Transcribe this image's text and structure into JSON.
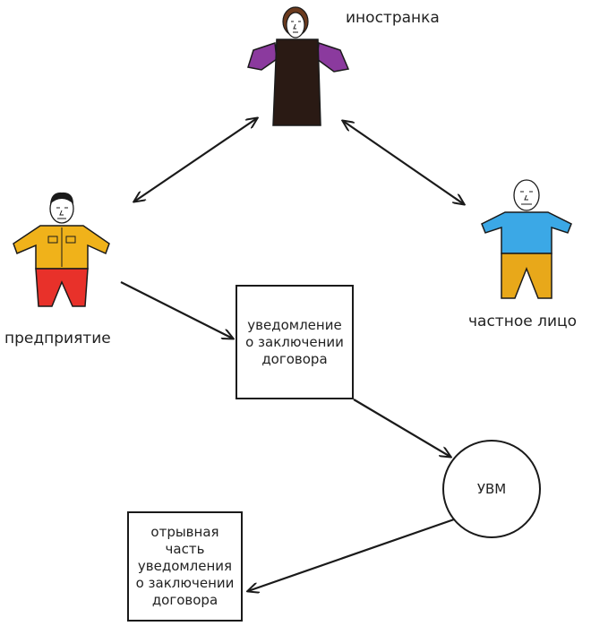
{
  "labels": {
    "foreigner": "иностранка",
    "company": "предприятие",
    "private_person": "частное лицо"
  },
  "boxes": {
    "notification": "уведомление\nо заключении\nдоговора",
    "tear_off": "отрывная\nчасть\nуведомления\nо заключении\nдоговора"
  },
  "circle": {
    "label": "УВМ"
  },
  "colors": {
    "foreigner_dress": "#2a1a14",
    "foreigner_sleeves": "#8b3a9e",
    "foreigner_hair": "#6b3a1e",
    "company_shirt": "#f0b21a",
    "company_pants": "#e8312a",
    "private_shirt": "#3ba8e6",
    "private_pants": "#e8a81a",
    "skin": "#ffffff",
    "line": "#1a1a1a"
  }
}
